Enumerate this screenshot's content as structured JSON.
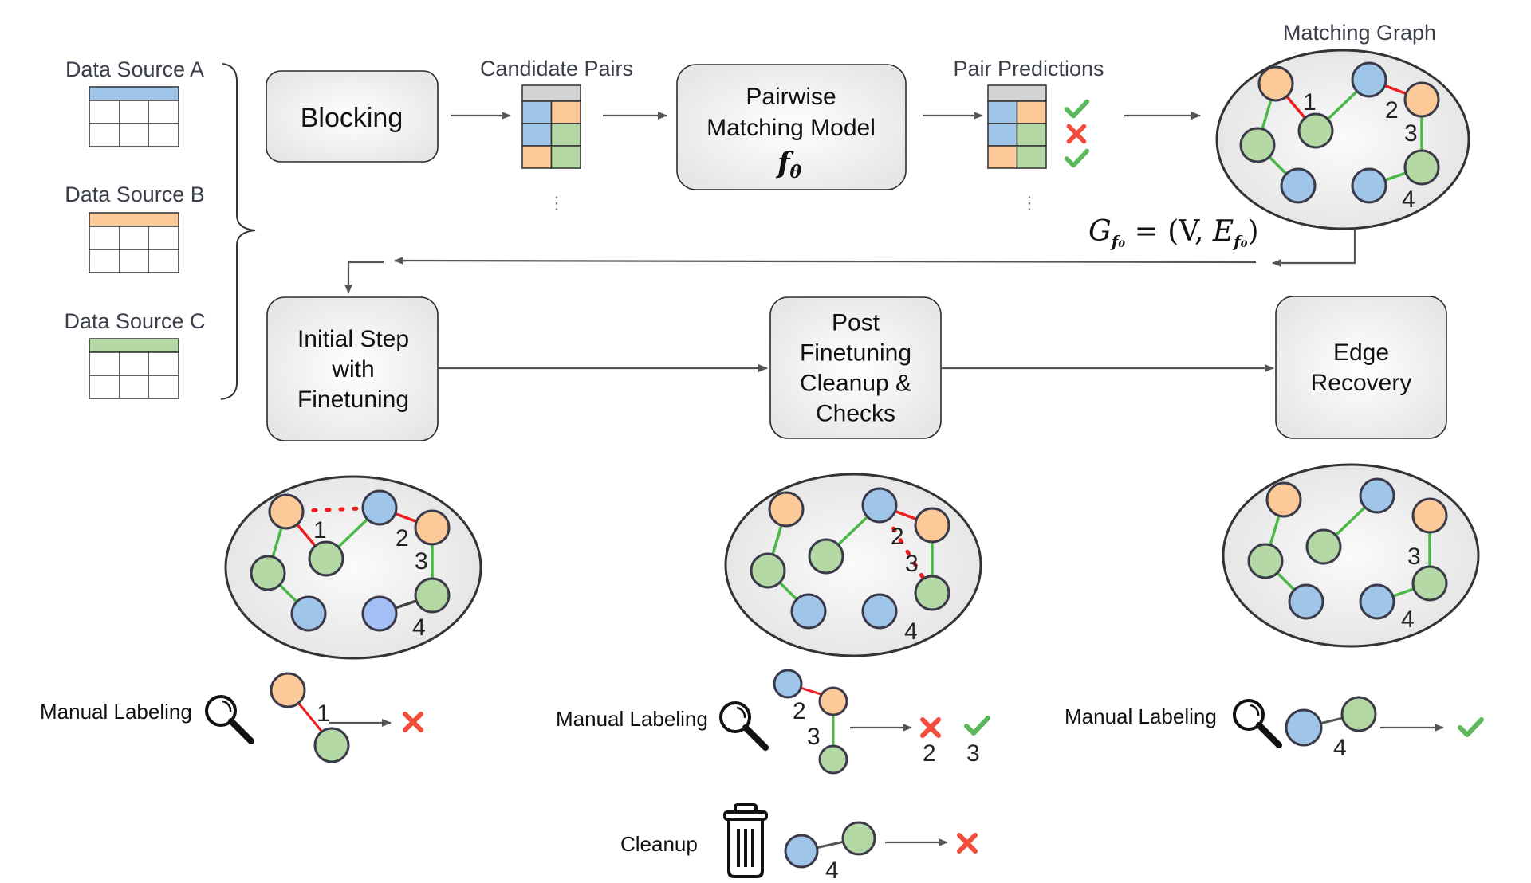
{
  "colors": {
    "blue": "#9fc5e8",
    "orange": "#fcc998",
    "green": "#b4d9a4",
    "header_gray": "#d4d4d4",
    "match_edge": "#4cb848",
    "nonmatch_edge": "#ee1c1c",
    "unknown_edge": "#444444",
    "check": "#5cb85c",
    "cross": "#f24c3a"
  },
  "data_sources": [
    {
      "label": "Data Source A",
      "color": "blue"
    },
    {
      "label": "Data Source B",
      "color": "orange"
    },
    {
      "label": "Data Source C",
      "color": "green"
    }
  ],
  "pipeline": {
    "blocking": {
      "label": "Blocking"
    },
    "candidate_pairs": {
      "label": "Candidate Pairs",
      "rows": [
        [
          "blue",
          "orange"
        ],
        [
          "blue",
          "green"
        ],
        [
          "orange",
          "green"
        ]
      ],
      "more": "⋮"
    },
    "model": {
      "lines": [
        "Pairwise",
        "Matching Model"
      ],
      "symbol": "f",
      "subscript": "θ"
    },
    "pair_predictions": {
      "label": "Pair Predictions",
      "rows": [
        [
          "blue",
          "orange"
        ],
        [
          "blue",
          "green"
        ],
        [
          "orange",
          "green"
        ]
      ],
      "predictions": [
        "match",
        "non-match",
        "match"
      ],
      "more": "⋮"
    },
    "matching_graph": {
      "label": "Matching Graph"
    },
    "formula": {
      "G": "G",
      "sub": "f₀",
      "eq": " = (V, ",
      "E": "E",
      "close": ")"
    }
  },
  "stages": [
    {
      "id": "initial",
      "lines": [
        "Initial Step",
        "with",
        "Finetuning"
      ]
    },
    {
      "id": "post",
      "lines": [
        "Post",
        "Finetuning",
        "Cleanup &",
        "Checks"
      ]
    },
    {
      "id": "edge",
      "lines": [
        "Edge",
        "Recovery"
      ]
    }
  ],
  "graphs": {
    "nodes": [
      {
        "id": "o1",
        "color": "orange"
      },
      {
        "id": "b1",
        "color": "blue"
      },
      {
        "id": "o2",
        "color": "orange"
      },
      {
        "id": "g1",
        "color": "green"
      },
      {
        "id": "g2",
        "color": "green"
      },
      {
        "id": "b2",
        "color": "blue"
      },
      {
        "id": "b3",
        "color": "blue"
      },
      {
        "id": "g3",
        "color": "green"
      }
    ],
    "matching_graph": {
      "edges": [
        {
          "from": "o1",
          "to": "g2",
          "type": "match"
        },
        {
          "from": "o1",
          "to": "g1",
          "type": "non-match",
          "label": "1"
        },
        {
          "from": "g1",
          "to": "b1",
          "type": "match"
        },
        {
          "from": "b1",
          "to": "o2",
          "type": "non-match",
          "label": "2"
        },
        {
          "from": "o2",
          "to": "g3",
          "type": "match",
          "label": "3"
        },
        {
          "from": "g2",
          "to": "b2",
          "type": "match"
        },
        {
          "from": "b3",
          "to": "g3",
          "type": "match",
          "label": "4"
        }
      ]
    },
    "initial_graph": {
      "edges": [
        {
          "from": "o1",
          "to": "g2",
          "type": "match"
        },
        {
          "from": "o1",
          "to": "g1",
          "type": "non-match",
          "label": "1"
        },
        {
          "from": "o1",
          "to": "b1",
          "type": "removed"
        },
        {
          "from": "g1",
          "to": "b1",
          "type": "match"
        },
        {
          "from": "b1",
          "to": "o2",
          "type": "non-match",
          "label": "2"
        },
        {
          "from": "o2",
          "to": "g3",
          "type": "match",
          "label": "3"
        },
        {
          "from": "g2",
          "to": "b2",
          "type": "match"
        },
        {
          "from": "b3",
          "to": "g3",
          "type": "unknown",
          "label": "4"
        }
      ]
    },
    "post_graph": {
      "edges": [
        {
          "from": "o1",
          "to": "g2",
          "type": "match"
        },
        {
          "from": "g1",
          "to": "b1",
          "type": "match"
        },
        {
          "from": "b1",
          "to": "o2",
          "type": "non-match"
        },
        {
          "from": "b1",
          "to": "g3",
          "type": "removed",
          "label": "2"
        },
        {
          "from": "o2",
          "to": "g3",
          "type": "match"
        },
        {
          "from": "g2",
          "to": "b2",
          "type": "match"
        }
      ],
      "extra_labels": [
        "3",
        "4"
      ]
    },
    "edge_graph": {
      "edges": [
        {
          "from": "o1",
          "to": "g2",
          "type": "match"
        },
        {
          "from": "g1",
          "to": "b1",
          "type": "match"
        },
        {
          "from": "o2",
          "to": "g3",
          "type": "match",
          "label": "3"
        },
        {
          "from": "g2",
          "to": "b2",
          "type": "match"
        },
        {
          "from": "b3",
          "to": "g3",
          "type": "match",
          "label": "4"
        }
      ]
    }
  },
  "labeling": [
    {
      "label": "Manual Labeling",
      "icon": "magnifier-icon",
      "pair_label": "1",
      "result": "cross"
    },
    {
      "label": "Manual Labeling",
      "icon": "magnifier-icon",
      "pair_labels": [
        "2",
        "3"
      ],
      "results": [
        {
          "mark": "cross",
          "label": "2"
        },
        {
          "mark": "check",
          "label": "3"
        }
      ]
    },
    {
      "label": "Manual Labeling",
      "icon": "magnifier-icon",
      "pair_label": "4",
      "result": "check"
    }
  ],
  "cleanup": {
    "label": "Cleanup",
    "icon": "trash-icon",
    "pair_label": "4",
    "result": "cross"
  }
}
